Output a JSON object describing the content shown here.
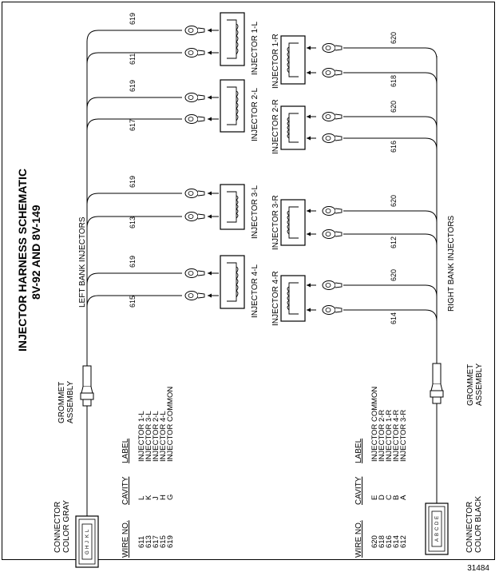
{
  "title": {
    "line1": "INJECTOR HARNESS SCHEMATIC",
    "line2": "8V-92 AND 8V-149"
  },
  "left_bank": {
    "label": "LEFT BANK INJECTORS",
    "injectors": [
      {
        "name": "INJECTOR 1-L",
        "wire_a": "619",
        "wire_b": "611"
      },
      {
        "name": "INJECTOR 2-L",
        "wire_a": "619",
        "wire_b": "617"
      },
      {
        "name": "INJECTOR 3-L",
        "wire_a": "619",
        "wire_b": "613"
      },
      {
        "name": "INJECTOR 4-L",
        "wire_a": "619",
        "wire_b": "615"
      }
    ],
    "grommet": [
      "GROMMET",
      "ASSEMBLY"
    ],
    "connector": [
      "CONNECTOR",
      "COLOR GRAY"
    ],
    "connector_pins": [
      "G",
      "H",
      "J",
      "K",
      "L"
    ]
  },
  "right_bank": {
    "label": "RIGHT BANK INJECTORS",
    "injectors": [
      {
        "name": "INJECTOR 1-R",
        "wire_a": "620",
        "wire_b": "618"
      },
      {
        "name": "INJECTOR 2-R",
        "wire_a": "620",
        "wire_b": "616"
      },
      {
        "name": "INJECTOR 3-R",
        "wire_a": "620",
        "wire_b": "612"
      },
      {
        "name": "INJECTOR 4-R",
        "wire_a": "620",
        "wire_b": "614"
      }
    ],
    "grommet": [
      "GROMMET",
      "ASSEMBLY"
    ],
    "connector": [
      "CONNECTOR",
      "COLOR BLACK"
    ],
    "connector_pins": [
      "A",
      "B",
      "C",
      "D",
      "E"
    ]
  },
  "gray_table": {
    "headers": {
      "wire": "WIRE  NO.",
      "cavity": "CAVITY",
      "label": "LABEL"
    },
    "rows": [
      {
        "wire": "611",
        "cavity": "L",
        "label": "INJECTOR 1-L"
      },
      {
        "wire": "613",
        "cavity": "K",
        "label": "INJECTOR 3-L"
      },
      {
        "wire": "617",
        "cavity": "J",
        "label": "INJECTOR 2-L"
      },
      {
        "wire": "615",
        "cavity": "H",
        "label": "INJECTOR 4-L"
      },
      {
        "wire": "619",
        "cavity": "G",
        "label": "INJECTOR COMMON"
      }
    ]
  },
  "black_table": {
    "headers": {
      "wire": "WIRE  NO.",
      "cavity": "CAVITY",
      "label": "LABEL"
    },
    "rows": [
      {
        "wire": "620",
        "cavity": "E",
        "label": "INJECTOR COMMON"
      },
      {
        "wire": "618",
        "cavity": "D",
        "label": "INJECTOR 2-R"
      },
      {
        "wire": "616",
        "cavity": "C",
        "label": "INJECTOR 1-R"
      },
      {
        "wire": "614",
        "cavity": "B",
        "label": "INJECTOR 4-R"
      },
      {
        "wire": "612",
        "cavity": "A",
        "label": "INJECTOR 3-R"
      }
    ]
  },
  "figure_number": "31484"
}
